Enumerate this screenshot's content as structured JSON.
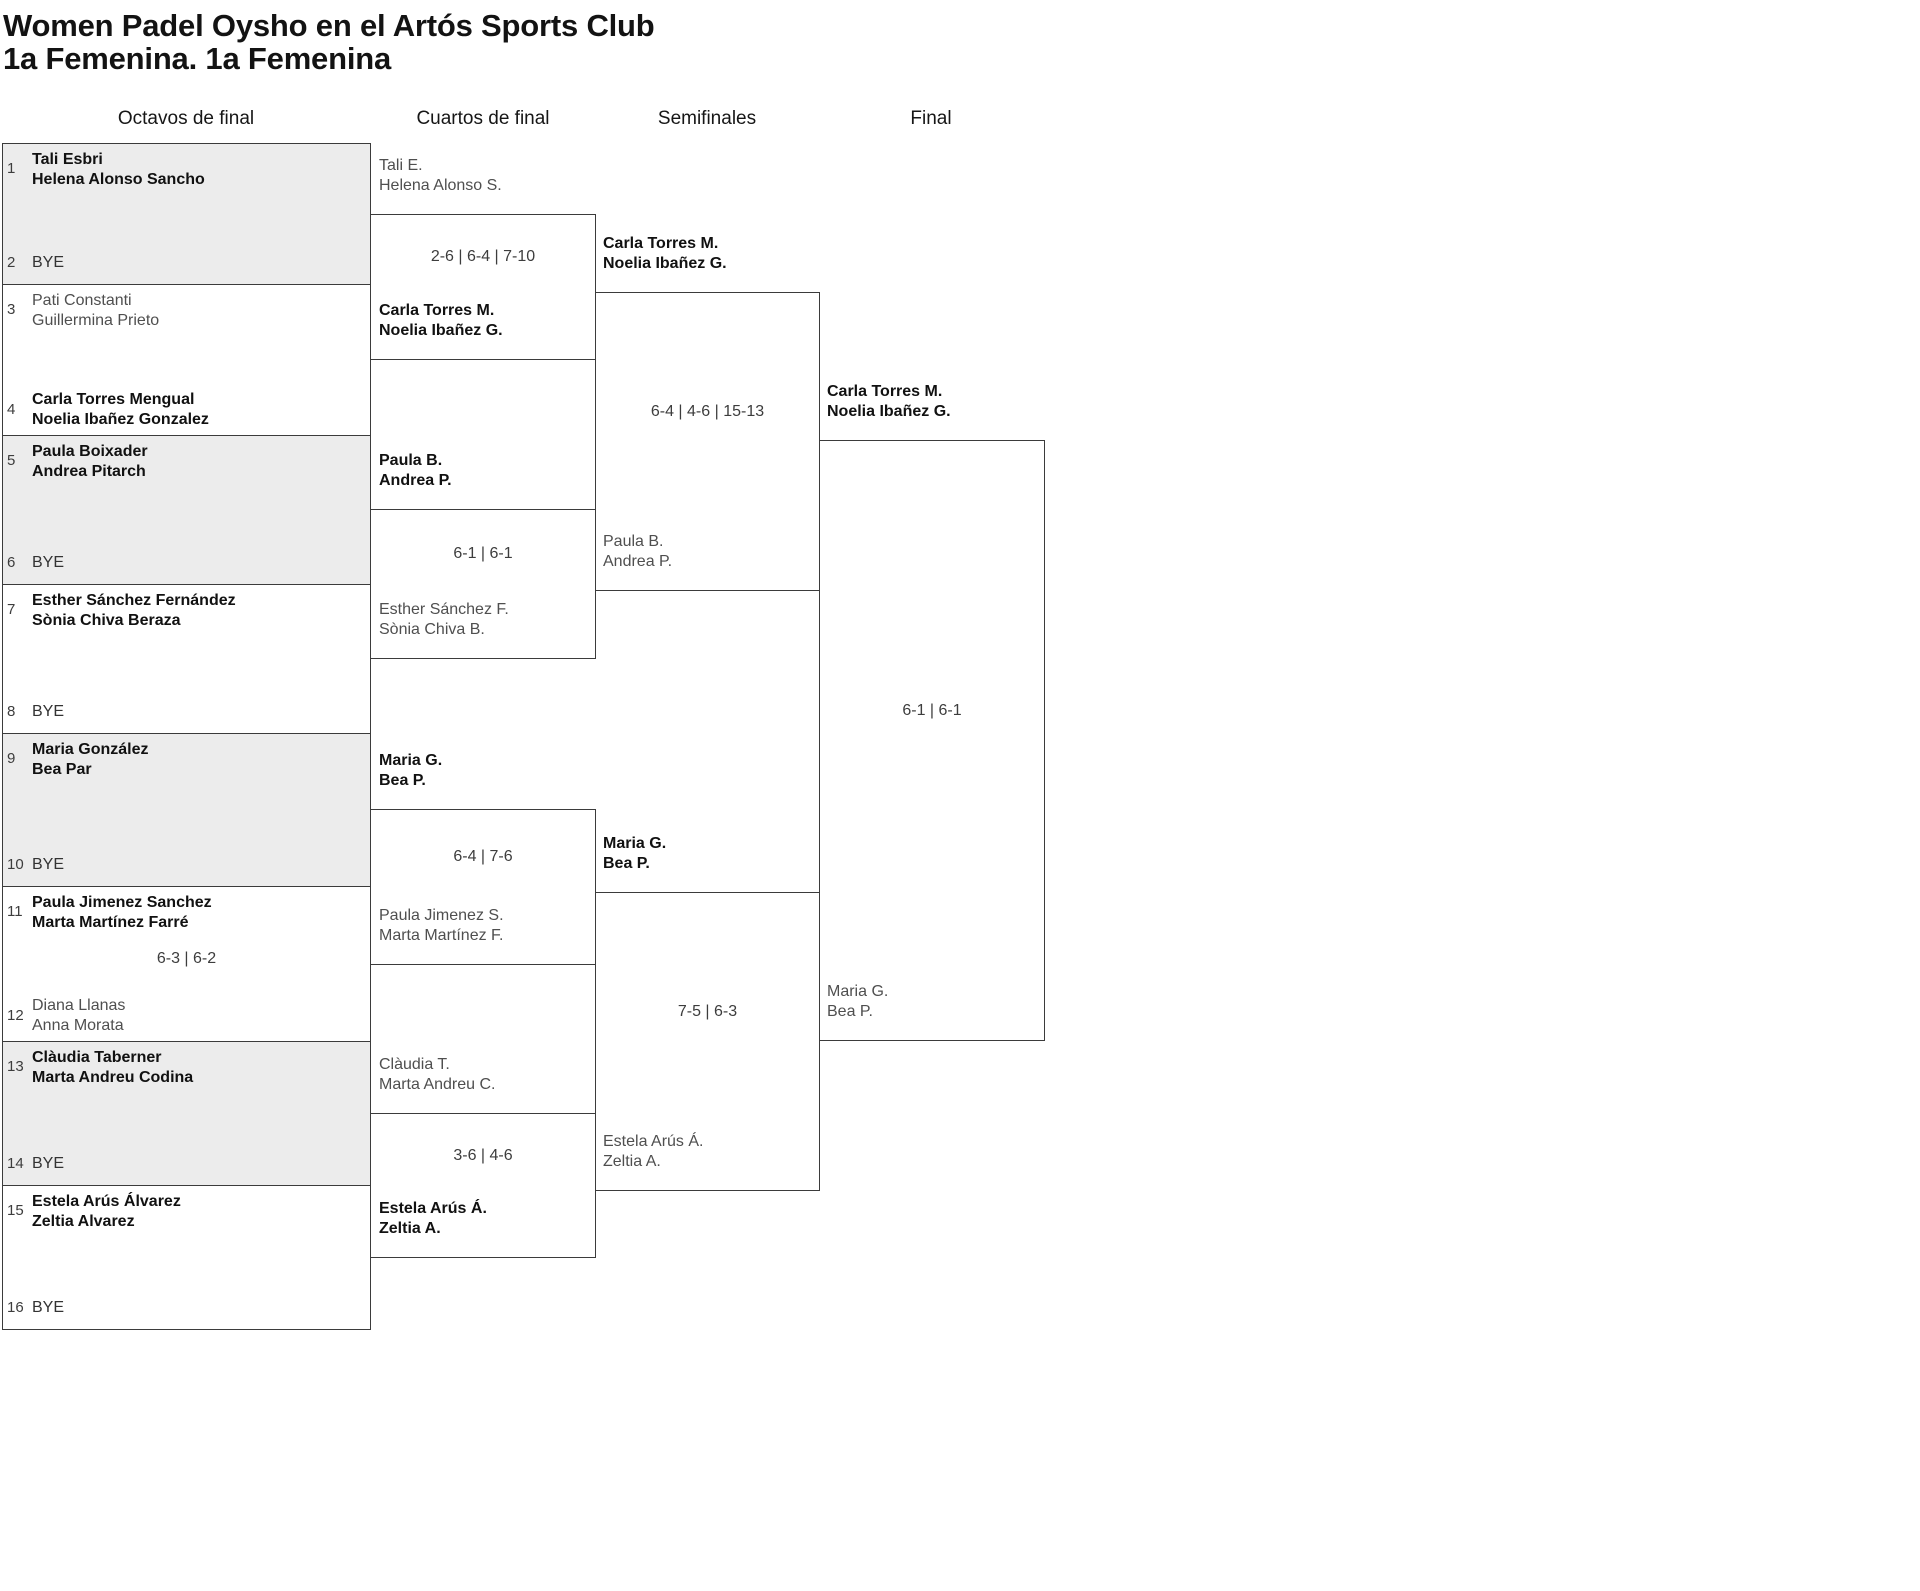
{
  "title": {
    "line1": "Women Padel Oysho en el Artós Sports Club",
    "line2": "1a Femenina. 1a Femenina"
  },
  "round_headers": [
    "Octavos de final",
    "Cuartos de final",
    "Semifinales",
    "Final"
  ],
  "colors": {
    "background": "#ffffff",
    "bye_box_fill": "#ececec",
    "box_border": "#3b3b3b",
    "winner_text": "#111111",
    "loser_text": "#4f4f4f",
    "meta_text": "#3d3d3d"
  },
  "octavos": {
    "entries": [
      {
        "seed": "1",
        "line1": "Tali Esbri",
        "line2": "Helena Alonso Sancho",
        "style": "winner"
      },
      {
        "seed": "2",
        "line1": "BYE",
        "line2": "",
        "style": "bye"
      },
      {
        "seed": "3",
        "line1": "Pati Constanti",
        "line2": "Guillermina Prieto",
        "style": "loser"
      },
      {
        "seed": "4",
        "line1": "Carla Torres Mengual",
        "line2": "Noelia Ibañez Gonzalez",
        "style": "winner"
      },
      {
        "seed": "5",
        "line1": "Paula Boixader",
        "line2": "Andrea Pitarch",
        "style": "winner"
      },
      {
        "seed": "6",
        "line1": "BYE",
        "line2": "",
        "style": "bye"
      },
      {
        "seed": "7",
        "line1": "Esther Sánchez Fernández",
        "line2": "Sònia Chiva Beraza",
        "style": "winner"
      },
      {
        "seed": "8",
        "line1": "BYE",
        "line2": "",
        "style": "bye"
      },
      {
        "seed": "9",
        "line1": "Maria González",
        "line2": "Bea Par",
        "style": "winner"
      },
      {
        "seed": "10",
        "line1": "BYE",
        "line2": "",
        "style": "bye"
      },
      {
        "seed": "11",
        "line1": "Paula Jimenez Sanchez",
        "line2": "Marta Martínez Farré",
        "style": "winner"
      },
      {
        "seed": "12",
        "line1": "Diana Llanas",
        "line2": "Anna Morata",
        "style": "loser"
      },
      {
        "seed": "13",
        "line1": "Clàudia Taberner",
        "line2": "Marta Andreu Codina",
        "style": "winner"
      },
      {
        "seed": "14",
        "line1": "BYE",
        "line2": "",
        "style": "bye"
      },
      {
        "seed": "15",
        "line1": "Estela Arús Álvarez",
        "line2": "Zeltia Alvarez",
        "style": "winner"
      },
      {
        "seed": "16",
        "line1": "BYE",
        "line2": "",
        "style": "bye"
      }
    ],
    "match_11_12_score": "6-3 | 6-2"
  },
  "cuartos": {
    "matches": [
      {
        "team1": {
          "line1": "Tali E.",
          "line2": "Helena Alonso S.",
          "style": "loser"
        },
        "team2": {
          "line1": "Carla Torres M.",
          "line2": "Noelia Ibañez G.",
          "style": "winner"
        },
        "score": "2-6 | 6-4 | 7-10"
      },
      {
        "team1": {
          "line1": "Paula B.",
          "line2": "Andrea P.",
          "style": "winner"
        },
        "team2": {
          "line1": "Esther Sánchez F.",
          "line2": "Sònia Chiva B.",
          "style": "loser"
        },
        "score": "6-1 | 6-1"
      },
      {
        "team1": {
          "line1": "Maria G.",
          "line2": "Bea P.",
          "style": "winner"
        },
        "team2": {
          "line1": "Paula Jimenez S.",
          "line2": "Marta Martínez F.",
          "style": "loser"
        },
        "score": "6-4 | 7-6"
      },
      {
        "team1": {
          "line1": "Clàudia T.",
          "line2": "Marta Andreu C.",
          "style": "loser"
        },
        "team2": {
          "line1": "Estela Arús Á.",
          "line2": "Zeltia A.",
          "style": "winner"
        },
        "score": "3-6 | 4-6"
      }
    ]
  },
  "semifinales": {
    "matches": [
      {
        "team1": {
          "line1": "Carla Torres M.",
          "line2": "Noelia Ibañez G.",
          "style": "winner"
        },
        "team2": {
          "line1": "Paula B.",
          "line2": "Andrea P.",
          "style": "loser"
        },
        "score": "6-4 | 4-6 | 15-13"
      },
      {
        "team1": {
          "line1": "Maria G.",
          "line2": "Bea P.",
          "style": "winner"
        },
        "team2": {
          "line1": "Estela Arús Á.",
          "line2": "Zeltia A.",
          "style": "loser"
        },
        "score": "7-5 | 6-3"
      }
    ]
  },
  "final": {
    "match": {
      "team1": {
        "line1": "Carla Torres M.",
        "line2": "Noelia Ibañez G.",
        "style": "winner"
      },
      "team2": {
        "line1": "Maria G.",
        "line2": "Bea P.",
        "style": "loser"
      },
      "score": "6-1 | 6-1"
    }
  }
}
